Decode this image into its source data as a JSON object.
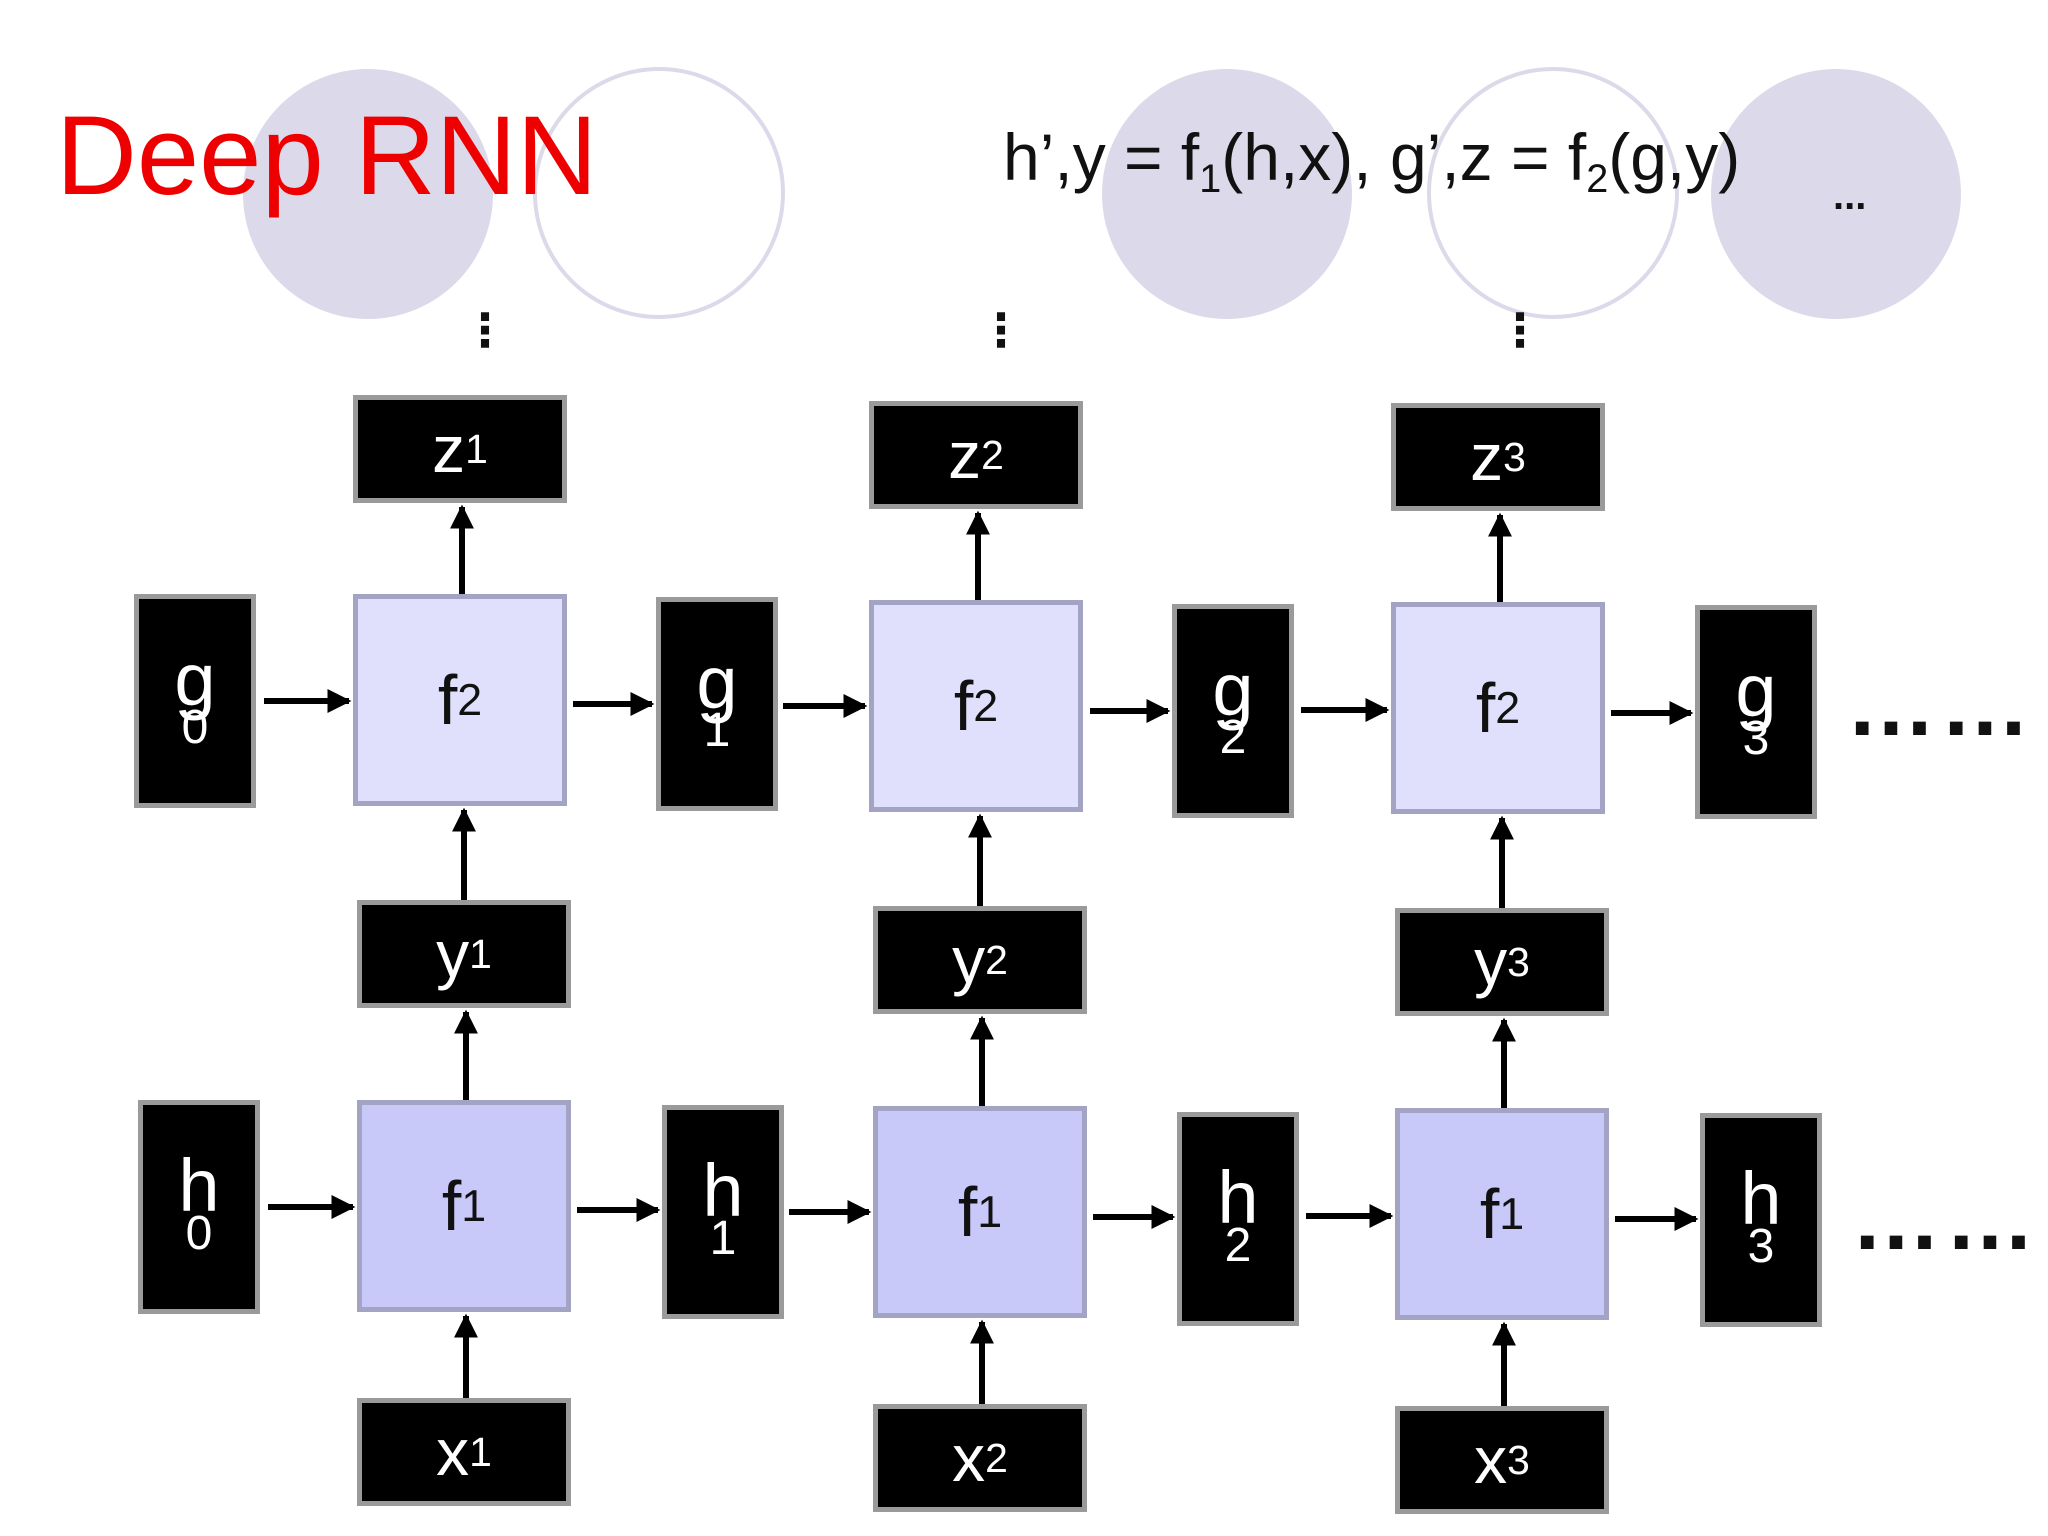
{
  "title": "Deep RNN",
  "formula": {
    "part1_pre": "h’,y = f",
    "part1_sub": "1",
    "part1_post": "(h,x), g’,z = f",
    "part2_sub": "2",
    "part2_post": "(g,y)"
  },
  "top_ellipsis": "...",
  "vertical_dots": "⋮",
  "row_ellipsis": "……",
  "columns": [
    {
      "z_base": "z",
      "z_sup": "1",
      "y_base": "y",
      "y_sup": "1",
      "x_base": "x",
      "x_sup": "1"
    },
    {
      "z_base": "z",
      "z_sup": "2",
      "y_base": "y",
      "y_sup": "2",
      "x_base": "x",
      "x_sup": "2"
    },
    {
      "z_base": "z",
      "z_sup": "3",
      "y_base": "y",
      "y_sup": "3",
      "x_base": "x",
      "x_sup": "3"
    }
  ],
  "functions": {
    "upper_base": "f",
    "upper_sub": "2",
    "lower_base": "f",
    "lower_sub": "1"
  },
  "g_states": [
    {
      "sym": "g",
      "idx": "0"
    },
    {
      "sym": "g",
      "idx": "1"
    },
    {
      "sym": "g",
      "idx": "2"
    },
    {
      "sym": "g",
      "idx": "3"
    }
  ],
  "h_states": [
    {
      "sym": "h",
      "idx": "0"
    },
    {
      "sym": "h",
      "idx": "1"
    },
    {
      "sym": "h",
      "idx": "2"
    },
    {
      "sym": "h",
      "idx": "3"
    }
  ]
}
